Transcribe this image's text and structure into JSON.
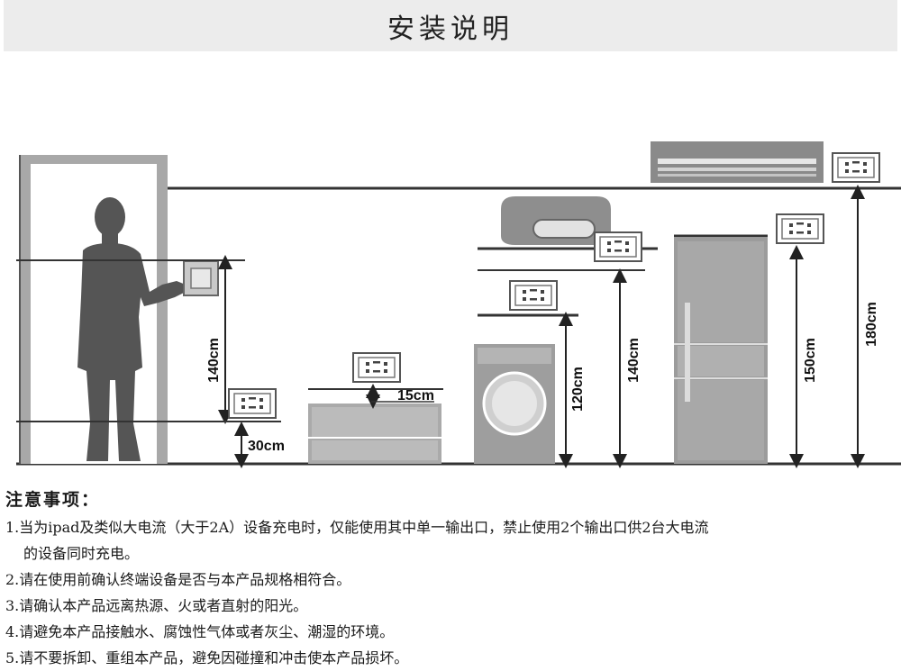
{
  "header": {
    "title": "安装说明"
  },
  "dimensions": {
    "switch_height": "140cm",
    "low_socket": "30cm",
    "cabinet_socket": "15cm",
    "washer_socket": "120cm",
    "heater_socket": "140cm",
    "fridge_socket": "150cm",
    "ac_socket": "180cm"
  },
  "notes": {
    "heading": "注意事项：",
    "items": [
      {
        "line1": "1.当为ipad及类似大电流（大于2A）设备充电时，仅能使用其中单一输出口，禁止使用2个输出口供2台大电流",
        "line2": "的设备同时充电。"
      },
      {
        "line1": "2.请在使用前确认终端设备是否与本产品规格相符合。"
      },
      {
        "line1": "3.请确认本产品远离热源、火或者直射的阳光。"
      },
      {
        "line1": "4.请避免本产品接触水、腐蚀性气体或者灰尘、潮湿的环境。"
      },
      {
        "line1": "5.请不要拆卸、重组本产品，避免因碰撞和冲击使本产品损坏。"
      }
    ]
  }
}
